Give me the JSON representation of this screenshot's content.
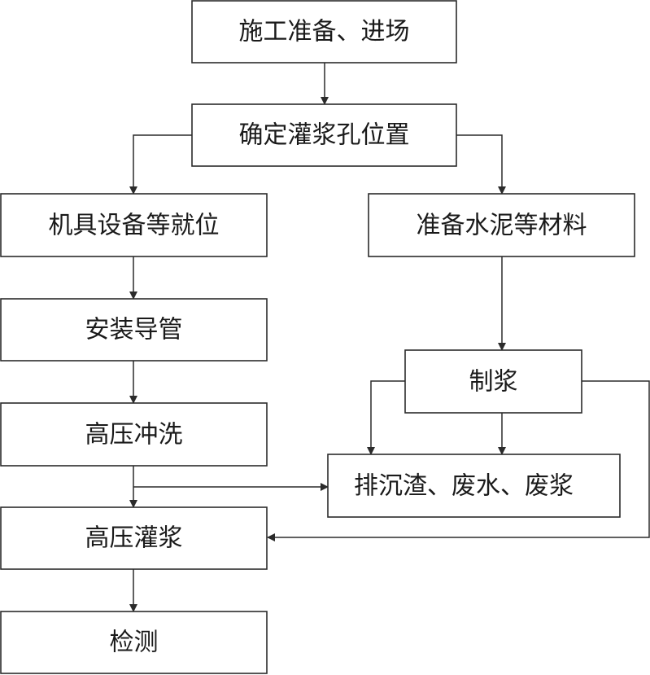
{
  "nodes": {
    "prepare": "施工准备、进场",
    "locate": "确定灌浆孔位置",
    "equipment": "机具设备等就位",
    "materials": "准备水泥等材料",
    "install_pipe": "安装导管",
    "make_slurry": "制浆",
    "flush": "高压冲洗",
    "drain_waste": "排沉渣、废水、废浆",
    "grout": "高压灌浆",
    "inspect": "检测"
  },
  "colors": {
    "stroke": "#2b2b2b",
    "text": "#1a1a1a",
    "background": "#ffffff"
  }
}
